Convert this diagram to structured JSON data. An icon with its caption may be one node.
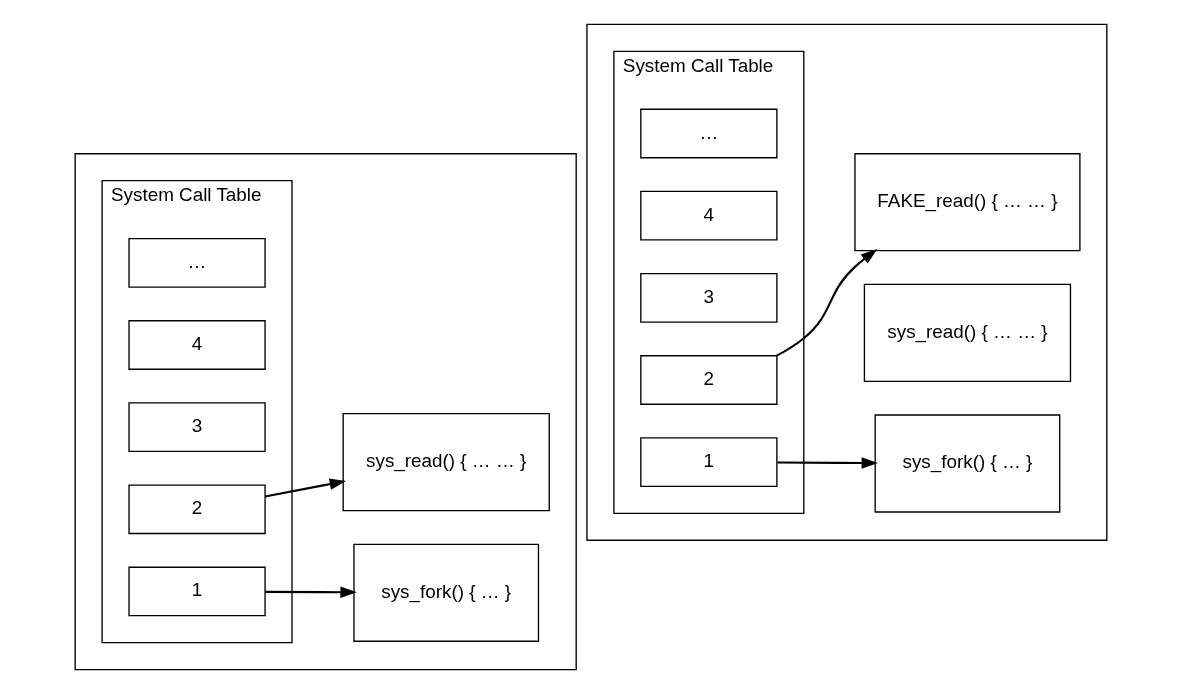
{
  "diagram": {
    "nodes": [
      {
        "text": [],
        "shape": "box"
      },
      {
        "text": [
          "System Call Table"
        ],
        "in": 0
      },
      {
        "text": [
          "1"
        ],
        "in": 1
      },
      {
        "text": [
          "2"
        ],
        "in": 1
      },
      {
        "text": [
          "3"
        ],
        "in": 1
      },
      {
        "text": [
          "4"
        ],
        "in": 1
      },
      {
        "text": [
          "…"
        ],
        "in": 1
      },
      {
        "text": [
          "sys_fork() { … }"
        ],
        "in": 0
      },
      {
        "text": [
          "sys_read() { … … }"
        ],
        "in": 0
      },
      {
        "text": [],
        "shape": "box"
      },
      {
        "text": [
          "System Call Table"
        ],
        "in": 9
      },
      {
        "text": [
          "1"
        ],
        "in": 10
      },
      {
        "text": [
          "2"
        ],
        "in": 10
      },
      {
        "text": [
          "3"
        ],
        "in": 10
      },
      {
        "text": [
          "4"
        ],
        "in": 10
      },
      {
        "text": [
          "…"
        ],
        "in": 10
      },
      {
        "text": [
          "sys_fork() { … }"
        ],
        "in": 9
      },
      {
        "text": [
          "sys_read() { … … }"
        ],
        "in": 9
      },
      {
        "text": [
          "FAKE_read() { … … }"
        ],
        "in": 9
      }
    ],
    "edges": [
      {
        "from": 2,
        "to": 7,
        "arrow": "to"
      },
      {
        "from": 3,
        "to": 8,
        "arrow": "to"
      },
      {
        "from": 11,
        "to": 16,
        "arrow": "to"
      },
      {
        "from": 12,
        "to": 18,
        "arrow": "to"
      }
    ]
  }
}
